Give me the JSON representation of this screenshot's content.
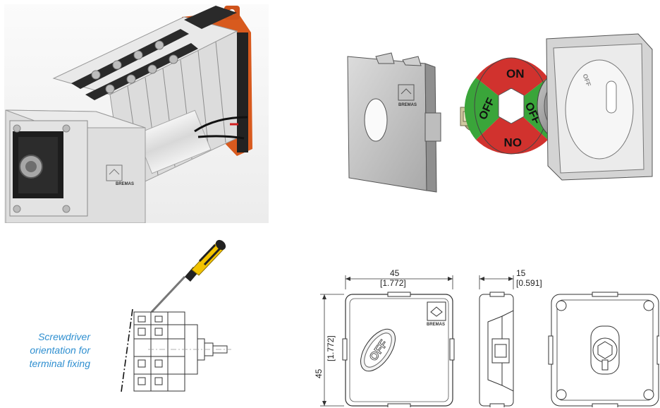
{
  "caption": {
    "line1": "Screwdriver",
    "line2": "orientation  for",
    "line3": "terminal fixing"
  },
  "dimensions": {
    "width_mm": "45",
    "width_in": "[1.772]",
    "height_mm": "45",
    "height_in": "[1.772]",
    "depth_mm": "15",
    "depth_in": "[0.591]"
  },
  "brand": "BREMAS",
  "plate_text": "OFF",
  "legend_plate": {
    "top": "ON",
    "right": "OFF",
    "bottom": "ON",
    "left": "OFF"
  },
  "colors": {
    "caption_blue": "#2f8fd0",
    "switch_orange": "#d85a1e",
    "legend_red": "#d1322e",
    "legend_green": "#3aa53a",
    "handle_yellow": "#f2c300"
  }
}
